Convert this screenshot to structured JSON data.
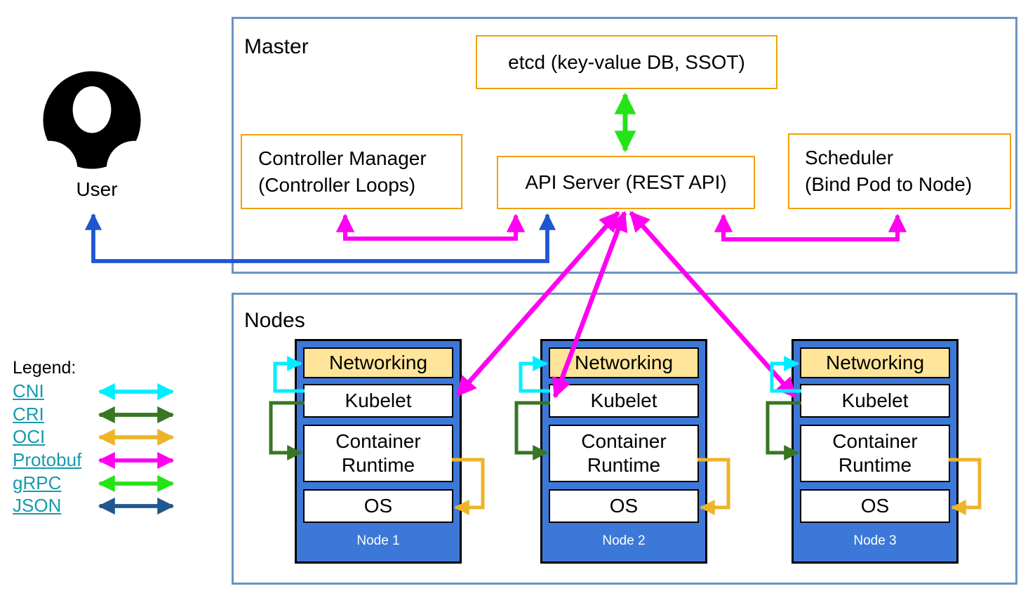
{
  "master": {
    "title": "Master",
    "etcd": "etcd (key-value DB, SSOT)",
    "controller_manager": [
      "Controller Manager",
      "(Controller Loops)"
    ],
    "api_server": "API Server (REST API)",
    "scheduler": [
      "Scheduler",
      "(Bind Pod to Node)"
    ]
  },
  "user": {
    "label": "User"
  },
  "nodes": {
    "title": "Nodes",
    "items": [
      {
        "name": "Node 1",
        "layers": [
          "Networking",
          "Kubelet",
          "Container Runtime",
          "OS"
        ]
      },
      {
        "name": "Node 2",
        "layers": [
          "Networking",
          "Kubelet",
          "Container Runtime",
          "OS"
        ]
      },
      {
        "name": "Node 3",
        "layers": [
          "Networking",
          "Kubelet",
          "Container Runtime",
          "OS"
        ]
      }
    ]
  },
  "legend": {
    "title": "Legend:",
    "items": [
      {
        "label": "CNI"
      },
      {
        "label": "CRI"
      },
      {
        "label": "OCI"
      },
      {
        "label": "Protobuf"
      },
      {
        "label": "gRPC"
      },
      {
        "label": "JSON"
      }
    ]
  },
  "colors": {
    "cni_cyan": "#00eeff",
    "cri_dark_green": "#377623",
    "oci_gold": "#eeb428",
    "protobuf_magenta": "#ff00f0",
    "grpc_green": "#24e316",
    "json_navy": "#20578f",
    "user_blue": "#1e56d2",
    "box_orange": "#f2a104",
    "frame_blue": "#6b93c4",
    "node_blue": "#3c78d8",
    "networking_yellow": "#ffe599",
    "link_teal": "#169aad"
  }
}
